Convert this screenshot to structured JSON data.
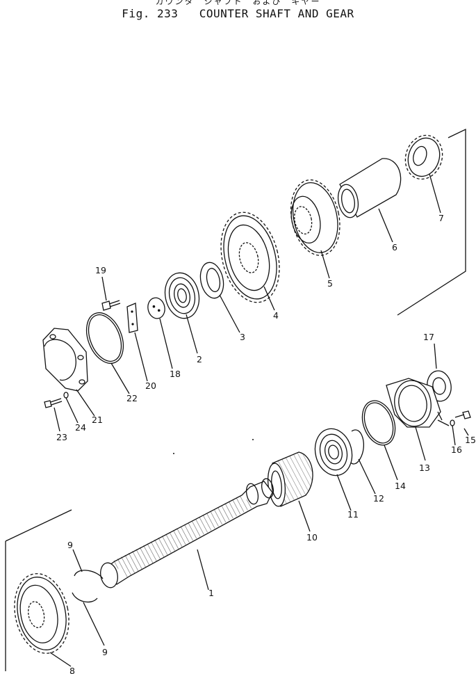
{
  "title": {
    "japanese": "カウンタ　シャフト　および　ギヤー",
    "figure": "Fig.  233",
    "name": "COUNTER SHAFT AND GEAR"
  },
  "labels": [
    "1",
    "2",
    "3",
    "4",
    "5",
    "6",
    "7",
    "8",
    "9",
    "9",
    "10",
    "11",
    "12",
    "13",
    "14",
    "15",
    "16",
    "17",
    "18",
    "19",
    "20",
    "21",
    "22",
    "23",
    "24"
  ],
  "parts": [
    {
      "no": "1",
      "icon": "counter-shaft"
    },
    {
      "no": "2",
      "icon": "ball-bearing"
    },
    {
      "no": "3",
      "icon": "spacer-ring"
    },
    {
      "no": "4",
      "icon": "large-gear"
    },
    {
      "no": "5",
      "icon": "gear"
    },
    {
      "no": "6",
      "icon": "sleeve"
    },
    {
      "no": "7",
      "icon": "small-gear"
    },
    {
      "no": "8",
      "icon": "gear"
    },
    {
      "no": "9",
      "icon": "snap-ring"
    },
    {
      "no": "10",
      "icon": "splined-collar"
    },
    {
      "no": "11",
      "icon": "ball-bearing"
    },
    {
      "no": "12",
      "icon": "snap-ring"
    },
    {
      "no": "13",
      "icon": "bearing-cage"
    },
    {
      "no": "14",
      "icon": "o-ring"
    },
    {
      "no": "15",
      "icon": "bolt"
    },
    {
      "no": "16",
      "icon": "washer"
    },
    {
      "no": "17",
      "icon": "oil-seal"
    },
    {
      "no": "18",
      "icon": "plate"
    },
    {
      "no": "19",
      "icon": "bolt"
    },
    {
      "no": "20",
      "icon": "lock-plate"
    },
    {
      "no": "21",
      "icon": "cover"
    },
    {
      "no": "22",
      "icon": "o-ring"
    },
    {
      "no": "23",
      "icon": "bolt"
    },
    {
      "no": "24",
      "icon": "washer"
    }
  ]
}
